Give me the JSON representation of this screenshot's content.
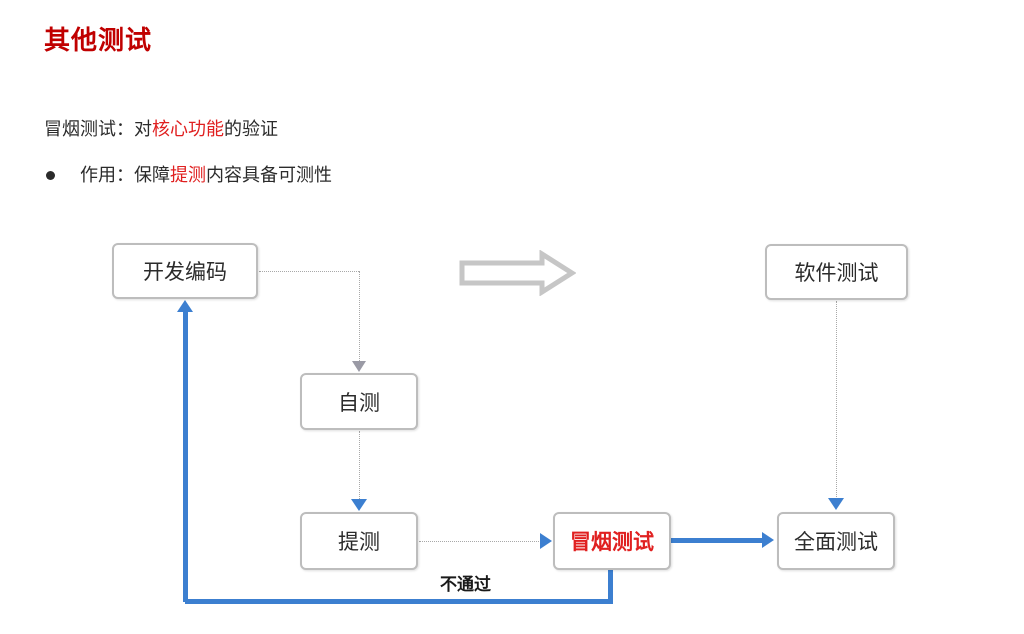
{
  "slide": {
    "title": "其他测试",
    "lines": [
      {
        "segments": [
          {
            "text": "冒烟测试：对",
            "color": "default"
          },
          {
            "text": "核心功能",
            "color": "#e02020"
          },
          {
            "text": "的验证",
            "color": "default"
          }
        ]
      },
      {
        "segments": [
          {
            "text": "作用：保障",
            "color": "default"
          },
          {
            "text": "提测",
            "color": "#e02020"
          },
          {
            "text": "内容具备可测性",
            "color": "default"
          }
        ]
      }
    ],
    "line1_part1": "冒烟测试：对",
    "line1_highlight": "核心功能",
    "line1_part2": "的验证",
    "line2_part1": "作用：保障",
    "line2_highlight": "提测",
    "line2_part2": "内容具备可测性"
  },
  "diagram": {
    "nodes": [
      {
        "id": "dev-coding",
        "label": "开发编码"
      },
      {
        "id": "self-test",
        "label": "自测"
      },
      {
        "id": "submit-test",
        "label": "提测"
      },
      {
        "id": "smoke-test",
        "label": "冒烟测试"
      },
      {
        "id": "full-test",
        "label": "全面测试"
      },
      {
        "id": "software-test",
        "label": "软件测试"
      }
    ],
    "edge_labels": {
      "fail": "不通过"
    },
    "colors": {
      "accent_red": "#e02020",
      "title_red": "#c00000",
      "flow_blue": "#3c7fd0",
      "box_border": "#bdbdbd",
      "dotted_gray": "#a8a8a8"
    }
  }
}
